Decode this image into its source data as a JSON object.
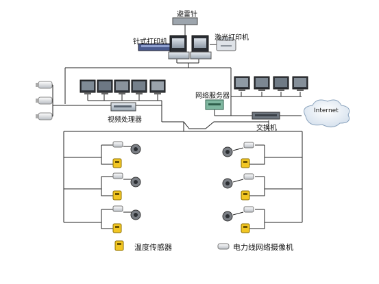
{
  "labels": {
    "lightning_rod": "避雷针",
    "dot_printer": "针式打印机",
    "laser_printer": "激光打印机",
    "video_processor": "视频处理器",
    "network_server": "网络服务器",
    "internet": "Internet",
    "switch": "交换机"
  },
  "legend": {
    "temp_sensor": "温度传感器",
    "plc_camera": "电力线网络摄像机"
  },
  "icons": {
    "camera": "camera-icon",
    "temp_sensor": "temp-sensor-icon",
    "monitor": "monitor-icon",
    "printer": "printer-icon",
    "cloud": "cloud-icon",
    "dome": "dome-camera-icon"
  }
}
